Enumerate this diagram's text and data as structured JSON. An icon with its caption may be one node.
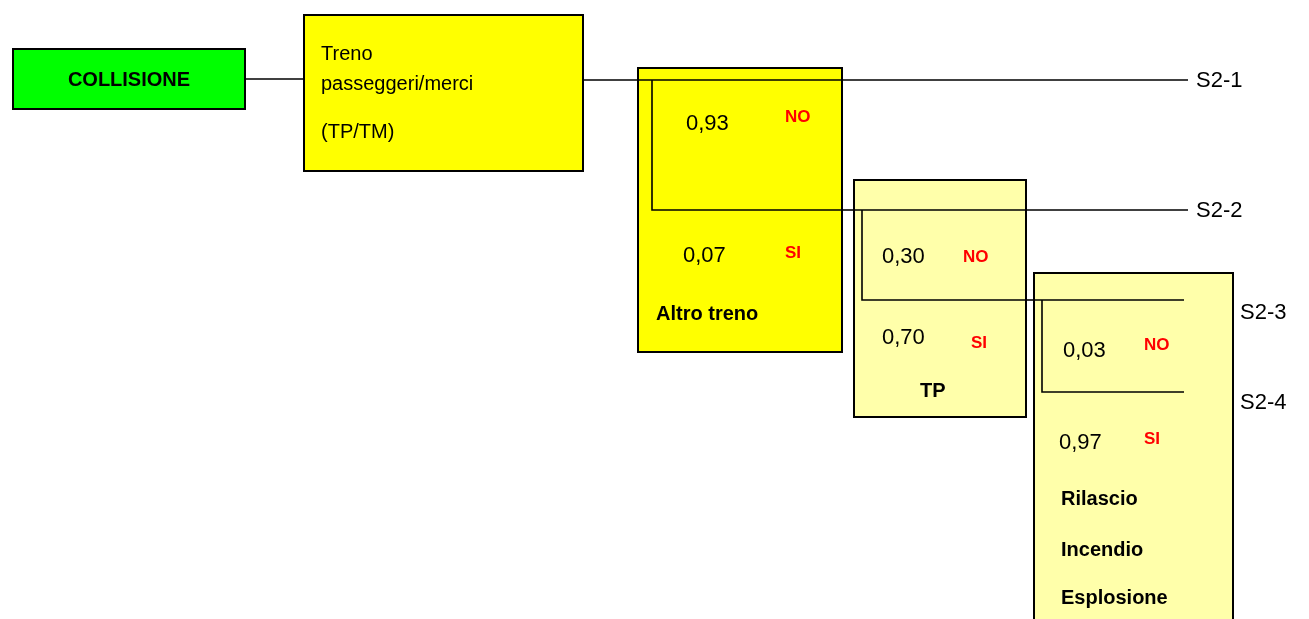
{
  "diagram": {
    "nodes": [
      {
        "text": [
          "COLLISIONE"
        ]
      },
      {
        "text": [
          "Treno passeggeri/merci",
          "(TP/TM)"
        ]
      },
      {
        "text": [
          "0,93",
          "NO",
          "0,07",
          "SI",
          "Altro treno"
        ]
      },
      {
        "text": [
          "0,30",
          "NO",
          "0,70",
          "SI",
          "TP"
        ]
      },
      {
        "text": [
          "0,03",
          "NO",
          "0,97",
          "SI",
          "Rilascio",
          "Incendio",
          "Esplosione"
        ]
      },
      {
        "text": [
          "S2-1"
        ]
      },
      {
        "text": [
          "S2-2"
        ]
      }
    ],
    "edges": [
      {
        "from": 0,
        "to": 1,
        "arrow": "none"
      },
      {
        "from": 1,
        "to": 2,
        "arrow": "none"
      },
      {
        "from": 2,
        "to": 5,
        "arrow": "none"
      },
      {
        "from": 2,
        "to": 3,
        "arrow": "none"
      },
      {
        "from": 3,
        "to": 6,
        "arrow": "none"
      },
      {
        "from": 3,
        "to": 4,
        "arrow": "none"
      }
    ],
    "labels": [
      "S2-3",
      "S2-4"
    ]
  }
}
